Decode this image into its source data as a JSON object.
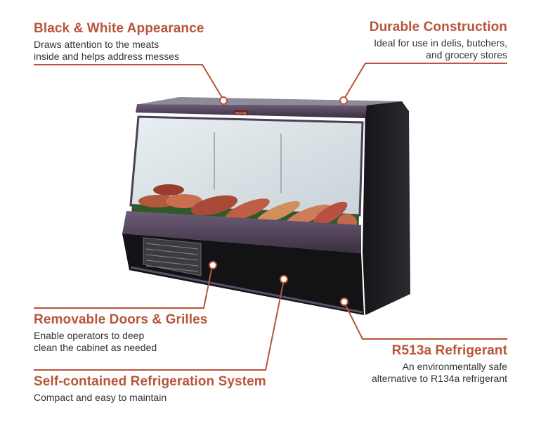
{
  "accent_color": "#b8553a",
  "product_logo_text": "McCray",
  "features": [
    {
      "title": "Black & White Appearance",
      "description_lines": [
        "Draws attention to the meats",
        "inside and helps address messes"
      ]
    },
    {
      "title": "Durable Construction",
      "description_lines": [
        "Ideal for use in delis, butchers,",
        "and grocery stores"
      ]
    },
    {
      "title": "Removable Doors & Grilles",
      "description_lines": [
        "Enable operators to deep",
        "clean the cabinet as needed"
      ]
    },
    {
      "title": "R513a Refrigerant",
      "description_lines": [
        "An environmentally safe",
        "alternative to R134a refrigerant"
      ]
    },
    {
      "title": "Self-contained Refrigeration System",
      "description_lines": [
        "Compact and easy to maintain"
      ]
    }
  ]
}
